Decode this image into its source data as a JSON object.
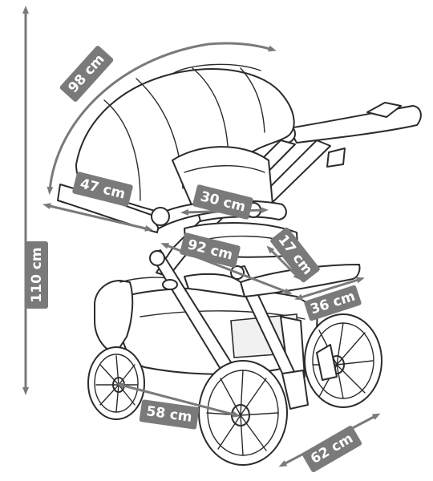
{
  "figure": {
    "subject": "stroller",
    "dimension_color": "#7a7a7a",
    "line_color": "#2b2b2b",
    "dimensions": {
      "total_height": "110 cm",
      "canopy_arc": "98 cm",
      "seat_depth": "47 cm",
      "seat_width": "30 cm",
      "frame_diagonal": "92 cm",
      "footrest": "17 cm",
      "footrest_width": "36 cm",
      "wheelbase": "58 cm",
      "track_width": "62 cm"
    }
  }
}
